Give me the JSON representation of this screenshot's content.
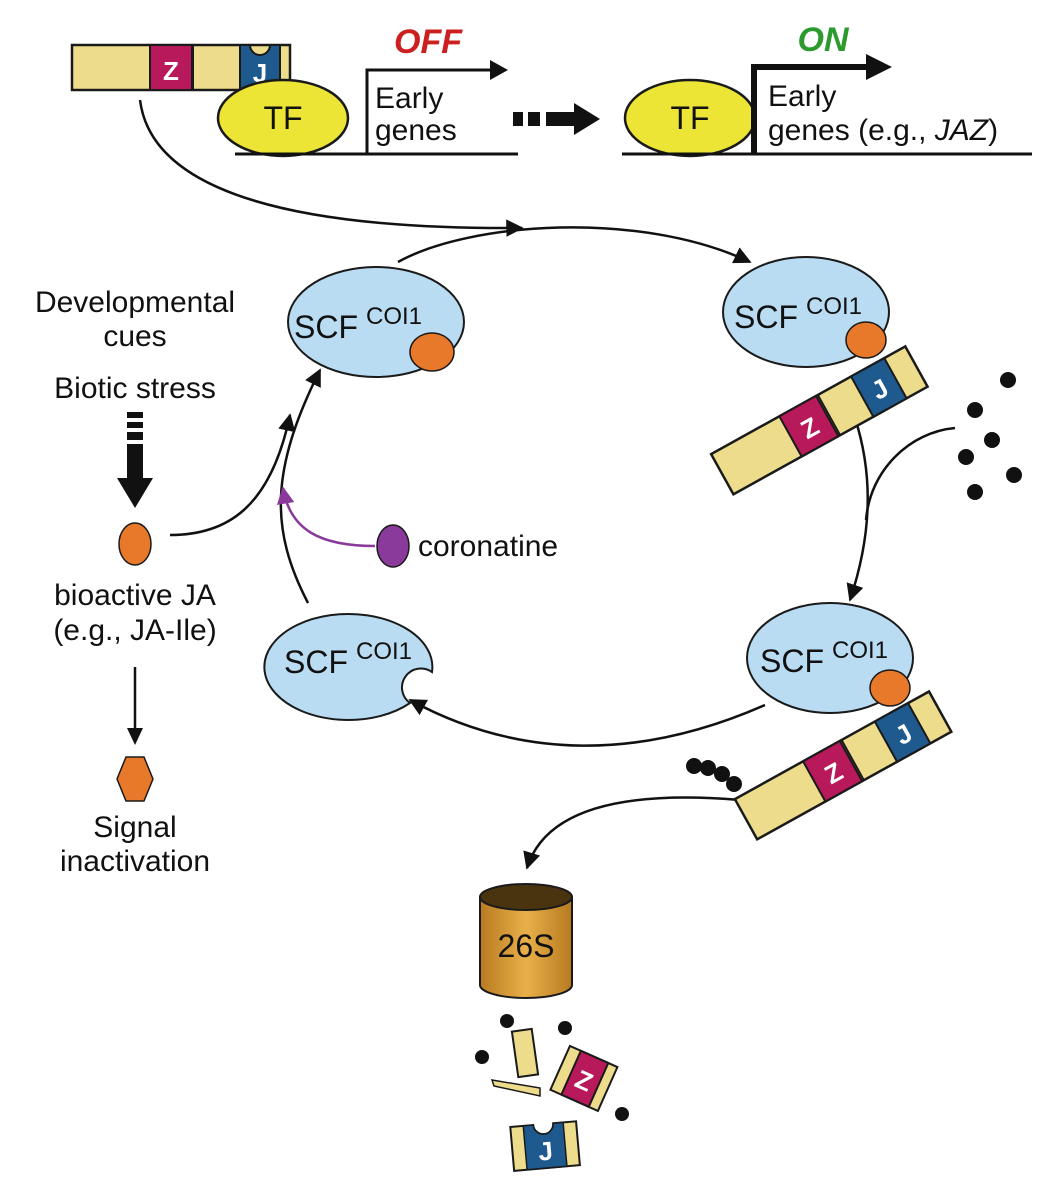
{
  "colors": {
    "jaz_body": "#ecdc8c",
    "jaz_stroke": "#1a1a1a",
    "z_domain": "#b8195a",
    "j_domain": "#1f5a8e",
    "tf_fill": "#ece536",
    "scf_fill": "#b9dcf2",
    "ja_fill": "#e8782a",
    "coronatine_fill": "#8a3a9a",
    "off_color": "#cc2020",
    "on_color": "#2c9a2c",
    "proteasome_fill": "#d49a34",
    "purple_arrow": "#8a3a9a"
  },
  "labels": {
    "z": "Z",
    "j": "J",
    "tf": "TF",
    "off": "OFF",
    "on": "ON",
    "early_genes_line1": "Early",
    "early_genes_line2": "genes",
    "early_genes_on_line2_prefix": "genes (e.g., ",
    "early_genes_on_italic": "JAZ",
    "early_genes_on_line2_suffix": ")",
    "scf": "SCF",
    "coi1": "COI1",
    "developmental_cues_line1": "Developmental",
    "developmental_cues_line2": "cues",
    "biotic_stress": "Biotic stress",
    "bioactive_ja_line1": "bioactive JA",
    "bioactive_ja_line2": "(e.g., JA-Ile)",
    "coronatine": "coronatine",
    "signal_inactivation_line1": "Signal",
    "signal_inactivation_line2": "inactivation",
    "proteasome": "26S"
  }
}
